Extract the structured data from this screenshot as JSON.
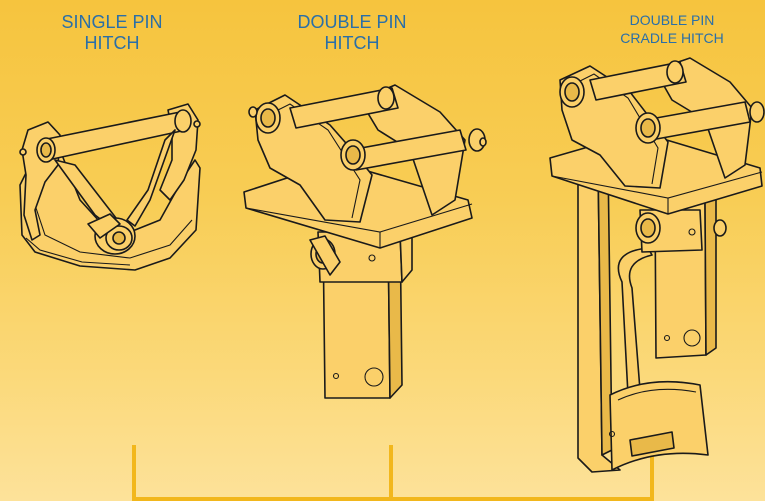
{
  "hitches": [
    {
      "line1": "SINGLE PIN",
      "line2": "HITCH"
    },
    {
      "line1": "DOUBLE PIN",
      "line2": "HITCH"
    },
    {
      "line1": "DOUBLE PIN",
      "line2": "CRADLE HITCH"
    }
  ],
  "colors": {
    "background_top": "#f6c43e",
    "background_bottom": "#fde29a",
    "label_text": "#2a6fa8",
    "bracket": "#f2b71c"
  }
}
